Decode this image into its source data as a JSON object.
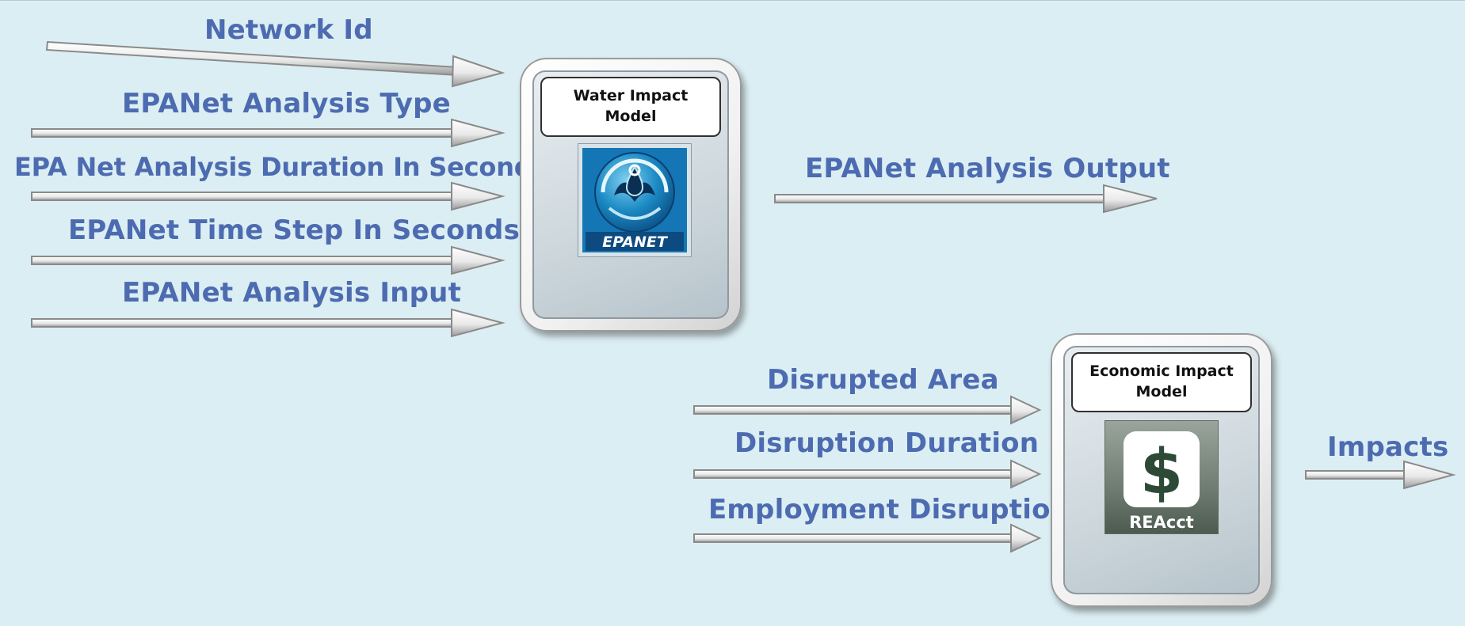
{
  "inputs": {
    "network_id": "Network Id",
    "analysis_type": "EPANet Analysis Type",
    "analysis_duration": "EPA Net Analysis Duration In Seconds",
    "time_step": "EPANet Time Step In Seconds",
    "analysis_input": "EPANet Analysis Input",
    "disrupted_area": "Disrupted Area",
    "disruption_duration": "Disruption Duration",
    "employment_disruption": "Employment Disruption"
  },
  "outputs": {
    "analysis_output": "EPANet Analysis Output",
    "impacts": "Impacts"
  },
  "water_model": {
    "title": "Water Impact\nModel",
    "logo_text": "EPANET",
    "icon": "epanet-logo-icon"
  },
  "economic_model": {
    "title": "Economic Impact\nModel",
    "logo_symbol": "$",
    "logo_text": "REAcct",
    "icon": "reacct-logo-icon"
  },
  "colors": {
    "background": "#dbeef3",
    "label": "#4d6bb0",
    "arrow_fill": "#f4f4f4",
    "arrow_stroke": "#8a8a8a"
  }
}
